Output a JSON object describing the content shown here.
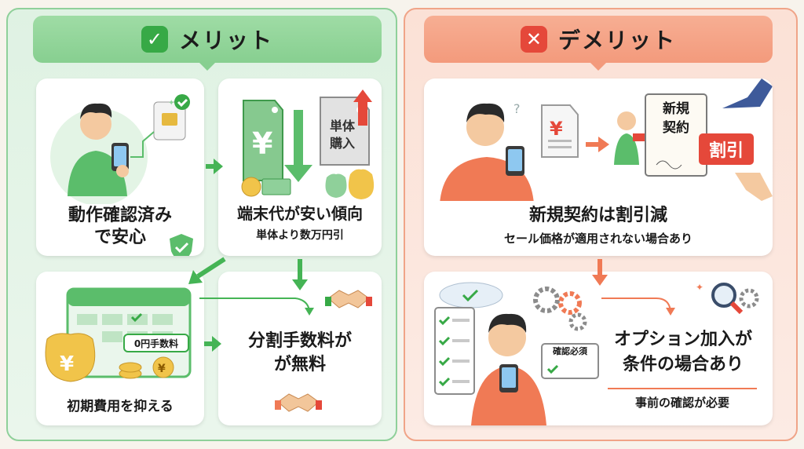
{
  "merit": {
    "title": "メリット",
    "check_icon": "check-icon",
    "cards": [
      {
        "title_l1": "動作確認済み",
        "title_l2": "で安心"
      },
      {
        "title": "端末代が安い傾向",
        "sub": "単体より数万円引",
        "tag_text_l1": "単体",
        "tag_text_l2": "購入",
        "yen": "¥"
      },
      {
        "title": "初期費用を抑える",
        "badge": "0円手数料",
        "yen": "¥"
      },
      {
        "title_l1": "分割手数料が",
        "title_l2": "が無料"
      }
    ]
  },
  "demerit": {
    "title": "デメリット",
    "x_icon": "x-icon",
    "cards": [
      {
        "title": "新規契約は割引減",
        "sub": "セール価格が適用されない場合あり",
        "doc_l1": "新規",
        "doc_l2": "契約",
        "stamp": "割引",
        "yen": "¥"
      },
      {
        "title_l1": "オプション加入が",
        "title_l2": "条件の場合あり",
        "sub": "事前の確認が必要",
        "note": "確認必須"
      }
    ]
  },
  "colors": {
    "merit_green": "#37a946",
    "demerit_red": "#e5483a",
    "merit_arrow": "#45b455",
    "demerit_arrow": "#f07a55"
  }
}
